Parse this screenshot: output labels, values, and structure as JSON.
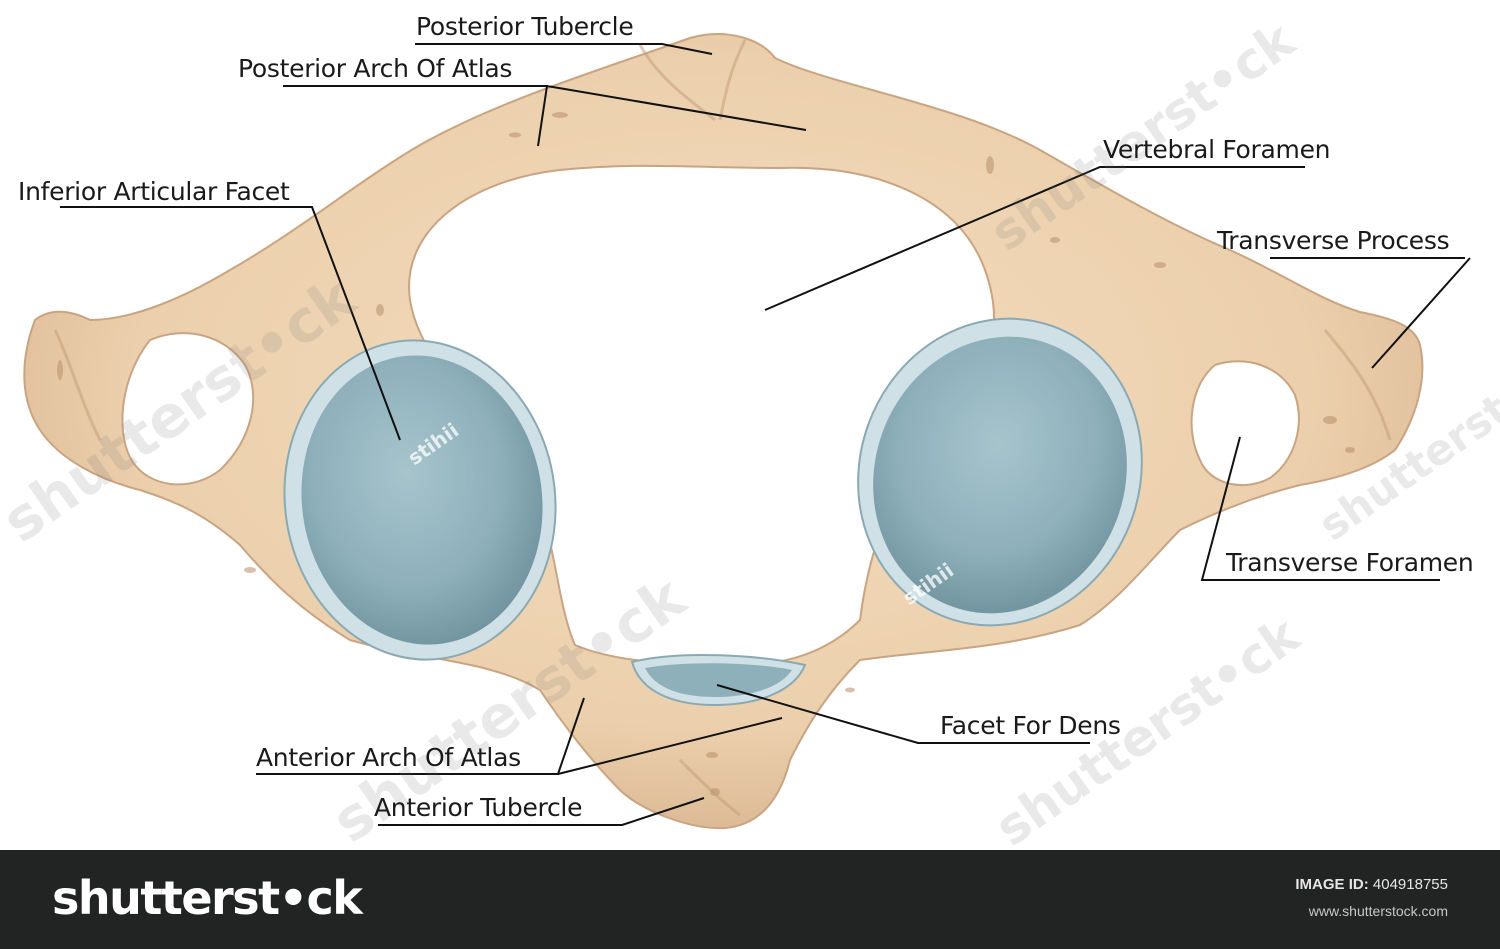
{
  "labels": {
    "posterior_tubercle": "Posterior Tubercle",
    "posterior_arch": "Posterior Arch Of Atlas",
    "vertebral_foramen": "Vertebral Foramen",
    "inferior_articular_facet": "Inferior Articular Facet",
    "transverse_process": "Transverse Process",
    "transverse_foramen": "Transverse Foramen",
    "facet_for_dens": "Facet For Dens",
    "anterior_arch": "Anterior Arch Of Atlas",
    "anterior_tubercle": "Anterior Tubercle"
  },
  "watermark": {
    "brand": "shutterst•ck",
    "artist": "stihii",
    "image_id_label": "IMAGE ID:",
    "image_id": "404918755",
    "url": "www.shutterstock.com"
  },
  "colors": {
    "bone": "#eed2b0",
    "bone_shade": "#cfa985",
    "cartilage": "#8fb3be",
    "cartilage_rim": "#cfe1e6",
    "footer": "#222323"
  }
}
